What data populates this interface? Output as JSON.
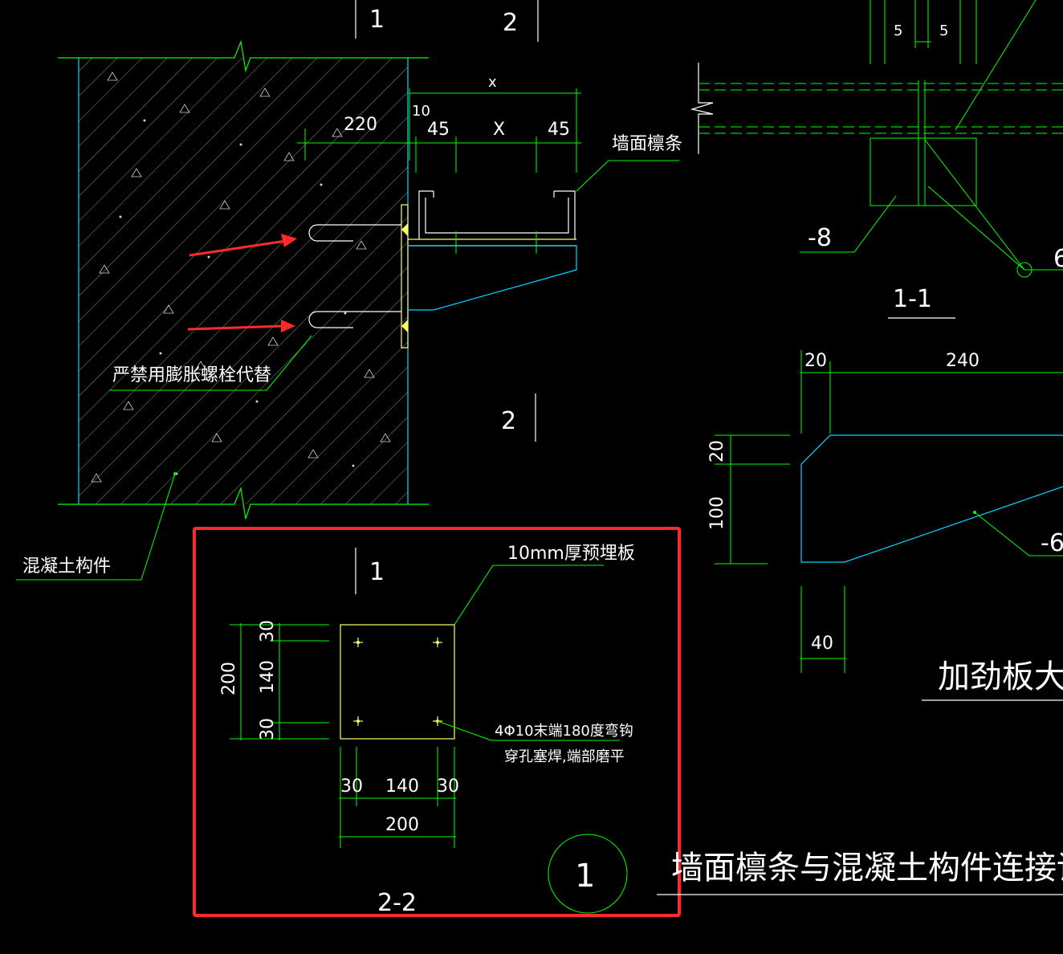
{
  "drawing": {
    "title": "墙面檩条与混凝土构件连接详图",
    "detail_no": "1",
    "labels": {
      "purlin": "墙面檩条",
      "concrete": "混凝土构件",
      "no_expansion_bolt": "严禁用膨胀螺栓代替",
      "embed_plate": "10mm厚预埋板",
      "rebar_line1": "4Φ10末端180度弯钩",
      "rebar_line2": "穿孔塞焊,端部磨平",
      "stiffener_title": "加劲板大样",
      "section_11": "1-1",
      "section_22": "2-2",
      "plate_8": "-8",
      "plate_6a": "-6",
      "plate_6b": "6"
    },
    "section_marks": {
      "one": "1",
      "two": "2"
    },
    "dims_main": {
      "d220": "220",
      "d10": "10",
      "d45a": "45",
      "dX": "X",
      "d45b": "45",
      "dx": "x"
    },
    "dims_11": {
      "d5a": "5",
      "d5b": "5"
    },
    "dims_stiff": {
      "d20h": "20",
      "d240": "240",
      "d20v": "20",
      "d100": "100",
      "d40": "40"
    },
    "dims_22": {
      "d30t": "30",
      "d140v": "140",
      "d30b": "30",
      "d200v": "200",
      "d30l": "30",
      "d140h": "140",
      "d30r": "30",
      "d200h": "200"
    }
  },
  "colors": {
    "background": "#000000",
    "dimension": "#00ff00",
    "outline": "#00d8ff",
    "steel": "#ffff66",
    "highlight": "#ff2a2a",
    "text": "#ffffff"
  }
}
